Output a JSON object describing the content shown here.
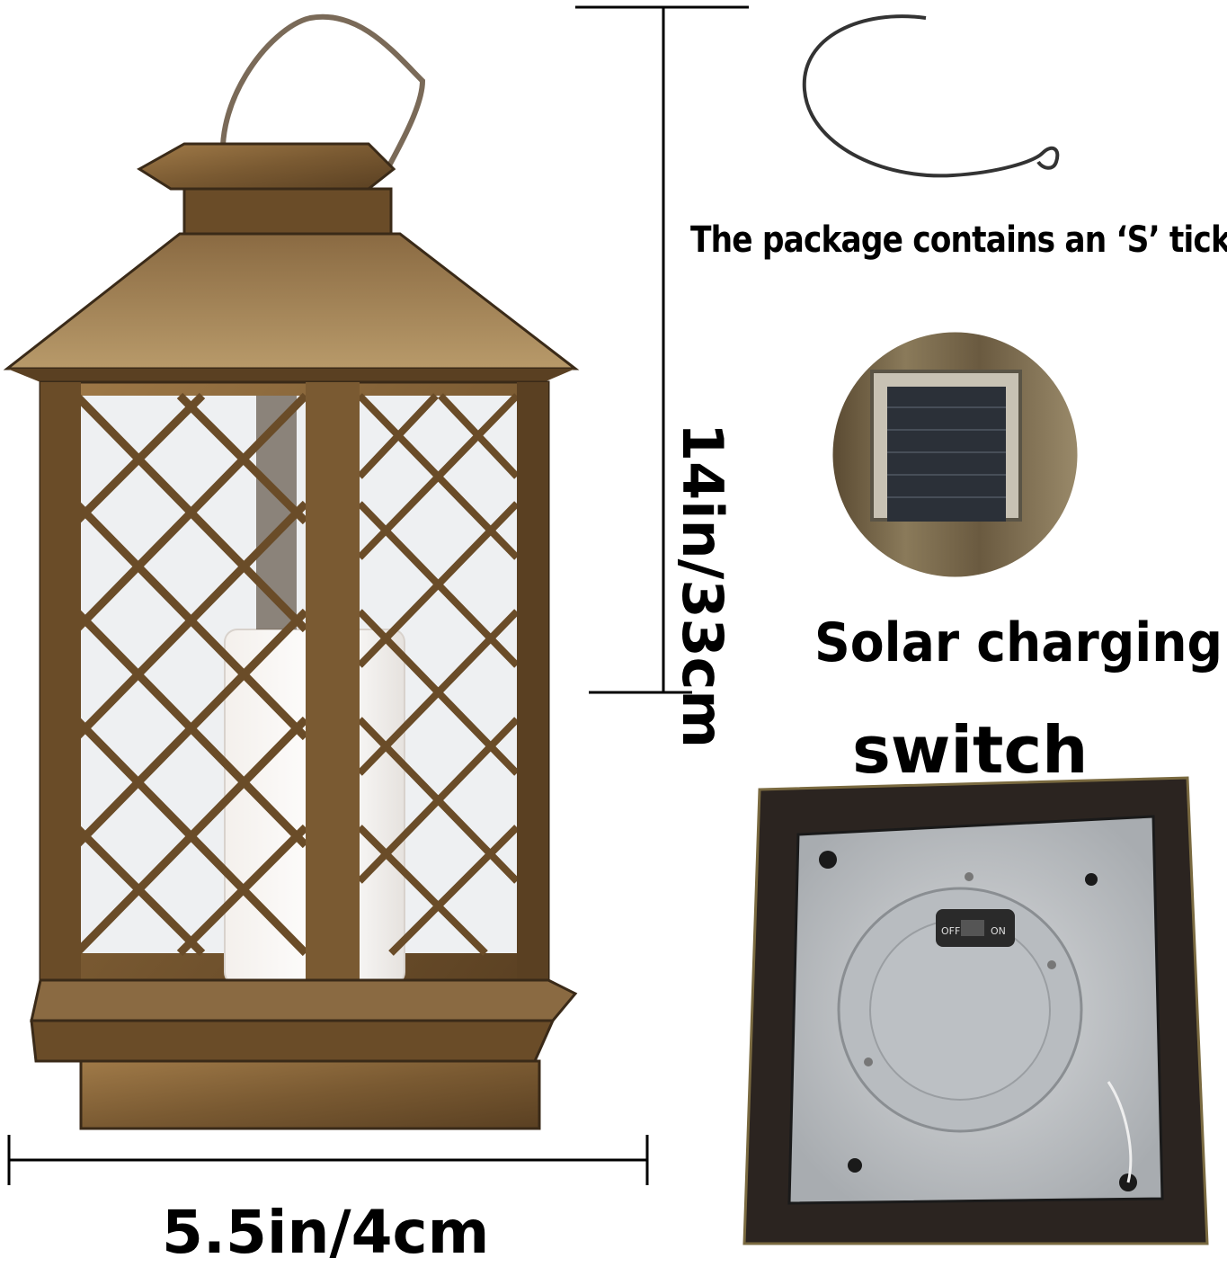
{
  "captions": {
    "hook": "The package contains an ‘S’ tick",
    "solar": "Solar charging",
    "switch": "switch",
    "height": "14in/33cm",
    "width": "5.5in/4cm"
  },
  "switch_panel": {
    "off_label": "OFF",
    "on_label": "ON"
  },
  "colors": {
    "lantern_bronze": "#7a5a32",
    "lantern_dark": "#3a2a18",
    "lantern_gold": "#b08a55",
    "glass": "#eef0f2",
    "solar_panel": "#2b3038",
    "base_plastic": "#c9cccf",
    "dimension_line": "#000000"
  }
}
